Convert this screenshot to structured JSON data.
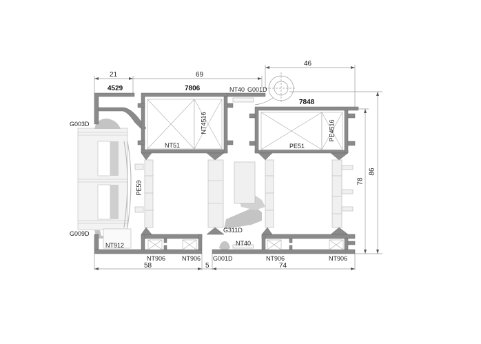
{
  "drawing": {
    "type": "window-frame-cross-section",
    "colors": {
      "profile": "#8a8a8a",
      "profile_dark": "#6f6f6f",
      "gasket": "#c8c8c8",
      "insulation": "#e4e4e4",
      "line": "#888888",
      "background": "#ffffff"
    }
  },
  "profiles": {
    "p4529": "4529",
    "p7806": "7806",
    "p7848": "7848"
  },
  "parts": {
    "nt40_top": "NT40",
    "g001d_top": "G001D",
    "g003d": "G003D",
    "nt51": "NT51",
    "nt4516": "NT4516",
    "pe51": "PE51",
    "pe4516": "PE4516",
    "pe59": "PE59",
    "g311d": "G311D",
    "g009d": "G009D",
    "nt912": "NT912",
    "nt906_1": "NT906",
    "nt906_2": "NT906",
    "g001d_bottom": "G001D",
    "nt40_bottom": "NT40",
    "nt906_3": "NT906",
    "nt906_4": "NT906"
  },
  "dimensions": {
    "top_21": "21",
    "top_69": "69",
    "top_46": "46",
    "right_78": "78",
    "right_86": "86",
    "bottom_58": "58",
    "bottom_5": "5",
    "bottom_74": "74"
  }
}
